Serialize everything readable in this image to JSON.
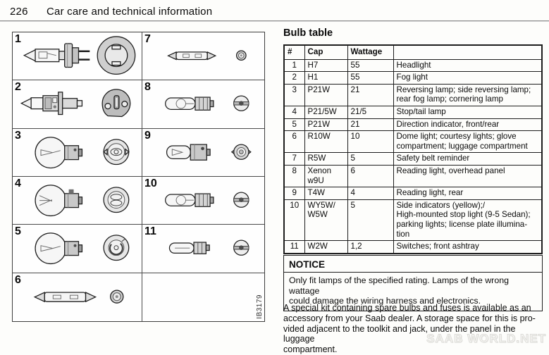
{
  "page": {
    "number": "226",
    "title": "Car care and technical information"
  },
  "diagram": {
    "figure_id": "IB3179",
    "cells": [
      {
        "num": "1",
        "bulb": "h7-halogen",
        "socket": "round-large-collar"
      },
      {
        "num": "2",
        "bulb": "h1-halogen",
        "socket": "flat-plate-two-holes"
      },
      {
        "num": "3",
        "bulb": "ball-bayonet",
        "socket": "round-single-contact"
      },
      {
        "num": "4",
        "bulb": "ball-bayonet-dual",
        "socket": "round-dual-contact"
      },
      {
        "num": "5",
        "bulb": "ball-bayonet",
        "socket": "round-notched"
      },
      {
        "num": "6",
        "bulb": "festoon",
        "socket": "small-round"
      },
      {
        "num": "7",
        "bulb": "festoon-small",
        "socket": "tiny-round"
      },
      {
        "num": "8",
        "bulb": "wedge",
        "socket": "round-slot"
      },
      {
        "num": "9",
        "bulb": "tube-bayonet",
        "socket": "round-lugs"
      },
      {
        "num": "10",
        "bulb": "wedge",
        "socket": "round-slot"
      },
      {
        "num": "11",
        "bulb": "wedge-small",
        "socket": "round-slot"
      },
      {
        "num": "",
        "bulb": "none",
        "socket": "none"
      }
    ]
  },
  "bulb_table": {
    "heading": "Bulb table",
    "columns": [
      "#",
      "Cap",
      "Wattage",
      ""
    ],
    "rows": [
      {
        "num": "1",
        "cap": "H7",
        "wattage": "55",
        "use": "Headlight"
      },
      {
        "num": "2",
        "cap": "H1",
        "wattage": "55",
        "use": "Fog light"
      },
      {
        "num": "3",
        "cap": "P21W",
        "wattage": "21",
        "use": "Reversing lamp; side reversing lamp;\nrear fog lamp; cornering lamp"
      },
      {
        "num": "4",
        "cap": "P21/5W",
        "wattage": "21/5",
        "use": "Stop/tail lamp"
      },
      {
        "num": "5",
        "cap": "P21W",
        "wattage": "21",
        "use": "Direction indicator, front/rear"
      },
      {
        "num": "6",
        "cap": "R10W",
        "wattage": "10",
        "use": "Dome light; courtesy lights; glove\ncompartment; luggage compartment"
      },
      {
        "num": "7",
        "cap": "R5W",
        "wattage": "5",
        "use": "Safety belt reminder"
      },
      {
        "num": "8",
        "cap": "Xenon\nw9U",
        "wattage": "6",
        "use": "Reading light, overhead panel"
      },
      {
        "num": "9",
        "cap": "T4W",
        "wattage": "4",
        "use": "Reading light, rear"
      },
      {
        "num": "10",
        "cap": "WY5W/\nW5W",
        "wattage": "5",
        "use": "Side indicators (yellow);/\nHigh-mounted stop light (9-5 Sedan);\nparking lights; license plate illumina-\ntion"
      },
      {
        "num": "11",
        "cap": "W2W",
        "wattage": "1,2",
        "use": "Switches; front ashtray"
      }
    ]
  },
  "notice": {
    "title": "NOTICE",
    "body": "Only fit lamps of the specified rating. Lamps of the wrong wattage\ncould damage the wiring harness and electronics."
  },
  "footer_paragraph": "A special kit containing spare bulbs and fuses is available as an\naccessory from your Saab dealer. A storage space for this is pro-\nvided adjacent to the toolkit and jack, under the panel in the luggage\ncompartment.",
  "watermark": "SAAB WORLD.NET"
}
